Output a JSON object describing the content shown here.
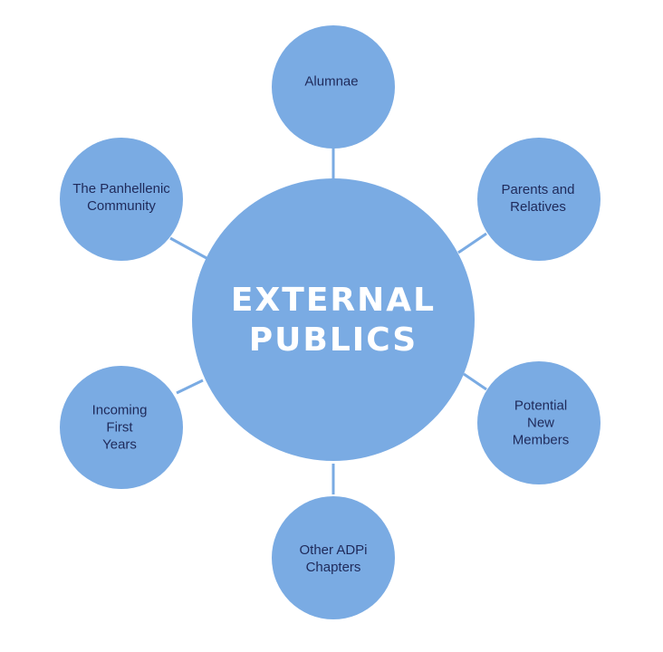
{
  "center": {
    "label": "EXTERNAL\nPUBLICS",
    "color": "#7aabe3",
    "text_color": "#ffffff"
  },
  "nodes": [
    {
      "id": "alumnae",
      "label": "Alumnae"
    },
    {
      "id": "parents",
      "label": "Parents and\nRelatives"
    },
    {
      "id": "pnm",
      "label": "Potential\nNew\nMembers"
    },
    {
      "id": "adpi",
      "label": "Other ADPi\nChapters"
    },
    {
      "id": "first-years",
      "label": "Incoming\nFirst\nYears"
    },
    {
      "id": "panhellenic",
      "label": "The Panhellenic\nCommunity"
    }
  ],
  "colors": {
    "node_fill": "#7aabe3",
    "node_text": "#1f2a5a",
    "connector": "#7aabe3"
  }
}
